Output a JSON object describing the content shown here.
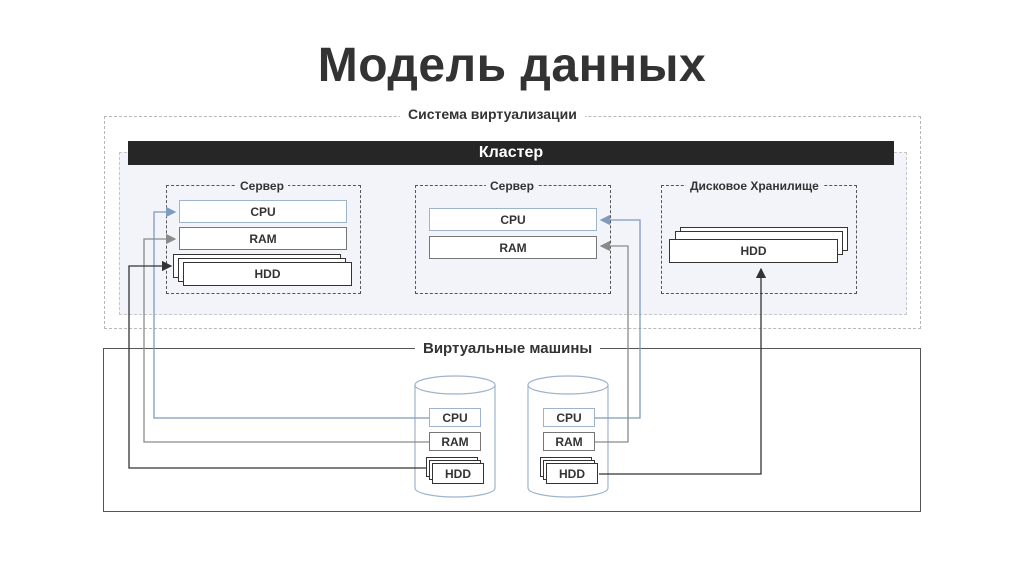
{
  "title": "Модель данных",
  "virtualization": {
    "label": "Система виртуализации"
  },
  "cluster": {
    "label": "Кластер"
  },
  "servers": [
    {
      "label": "Сервер",
      "resources": {
        "cpu": "CPU",
        "ram": "RAM",
        "hdd": "HDD"
      }
    },
    {
      "label": "Сервер",
      "resources": {
        "cpu": "CPU",
        "ram": "RAM"
      }
    }
  ],
  "storage": {
    "label": "Дисковое Хранилище",
    "hdd": "HDD"
  },
  "vms": {
    "label": "Виртуальные машины",
    "items": [
      {
        "cpu": "CPU",
        "ram": "RAM",
        "hdd": "HDD"
      },
      {
        "cpu": "CPU",
        "ram": "RAM",
        "hdd": "HDD"
      }
    ]
  },
  "colors": {
    "link_blue": "#7f9bbd",
    "link_grey": "#8a8a8a",
    "link_dark": "#333333",
    "cluster_fill": "#f2f4f9"
  }
}
